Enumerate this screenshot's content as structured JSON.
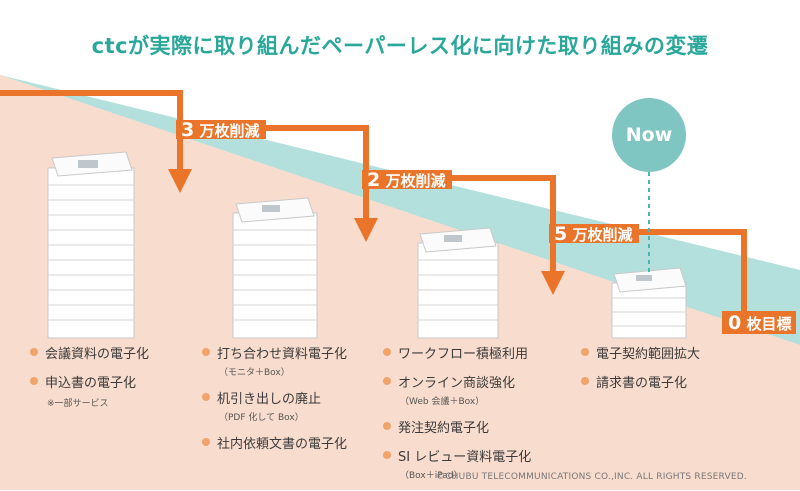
{
  "title": "ctcが実際に取り組んだペーパーレス化に向けた取り組みの変遷",
  "steps": [
    {
      "num": "3",
      "unit": "万枚削減"
    },
    {
      "num": "2",
      "unit": "万枚削減"
    },
    {
      "num": "5",
      "unit": "万枚削減"
    },
    {
      "num": "0",
      "unit": "枚目標"
    }
  ],
  "now_label": "Now",
  "columns": [
    {
      "items": [
        {
          "text": "会議資料の電子化"
        },
        {
          "text": "申込書の電子化"
        }
      ],
      "note": "※一部サービス"
    },
    {
      "items": [
        {
          "text": "打ち合わせ資料電子化",
          "sub": "（モニタ＋Box）"
        },
        {
          "text": "机引き出しの廃止",
          "sub": "（PDF 化して Box）"
        },
        {
          "text": "社内依頼文書の電子化"
        }
      ]
    },
    {
      "items": [
        {
          "text": "ワークフロー積極利用"
        },
        {
          "text": "オンライン商談強化",
          "sub": "（Web 会議＋Box）"
        },
        {
          "text": "発注契約電子化"
        },
        {
          "text": "SI レビュー資料電子化",
          "sub": "（Box＋iPad）"
        }
      ]
    },
    {
      "items": [
        {
          "text": "電子契約範囲拡大"
        },
        {
          "text": "請求書の電子化"
        }
      ]
    }
  ],
  "copyright": "©CHUBU TELECOMMUNICATIONS CO.,INC. ALL RIGHTS RESERVED.",
  "colors": {
    "title": "#2aa79b",
    "arrow": "#e9742a",
    "pink": "#f8dccd",
    "teal": "#b3e0dc",
    "now": "#7fc6c2",
    "bullet": "#f0a36b"
  }
}
